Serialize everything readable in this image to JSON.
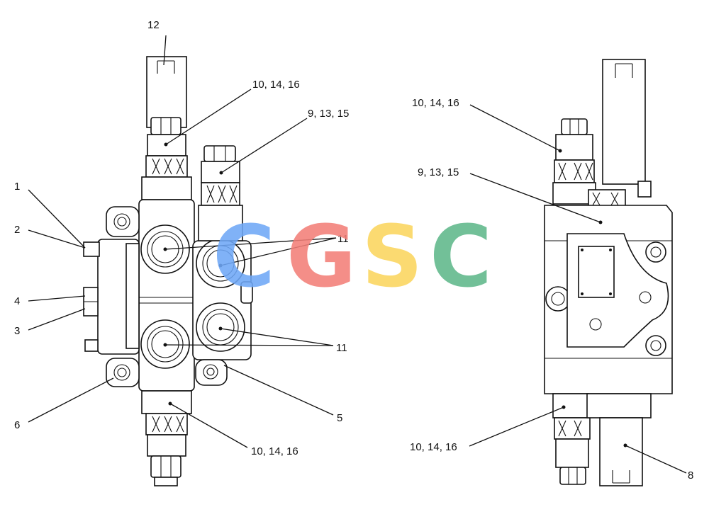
{
  "callouts": {
    "c1": "1",
    "c2": "2",
    "c3": "3",
    "c4": "4",
    "c5": "5",
    "c6": "6",
    "c8": "8",
    "c11a": "11",
    "c11b": "11",
    "c12": "12",
    "left_top": "10, 14, 16",
    "left_bottom": "10, 14, 16",
    "left_mid": "9, 13, 15",
    "right_top": "10, 14, 16",
    "right_mid": "9, 13, 15",
    "right_bottom": "10, 14, 16"
  },
  "watermark": {
    "letters": [
      "C",
      "G",
      "S",
      "C"
    ],
    "colors": [
      "#6fa8f7",
      "#f37f78",
      "#fbd65e",
      "#5fb88a"
    ]
  }
}
